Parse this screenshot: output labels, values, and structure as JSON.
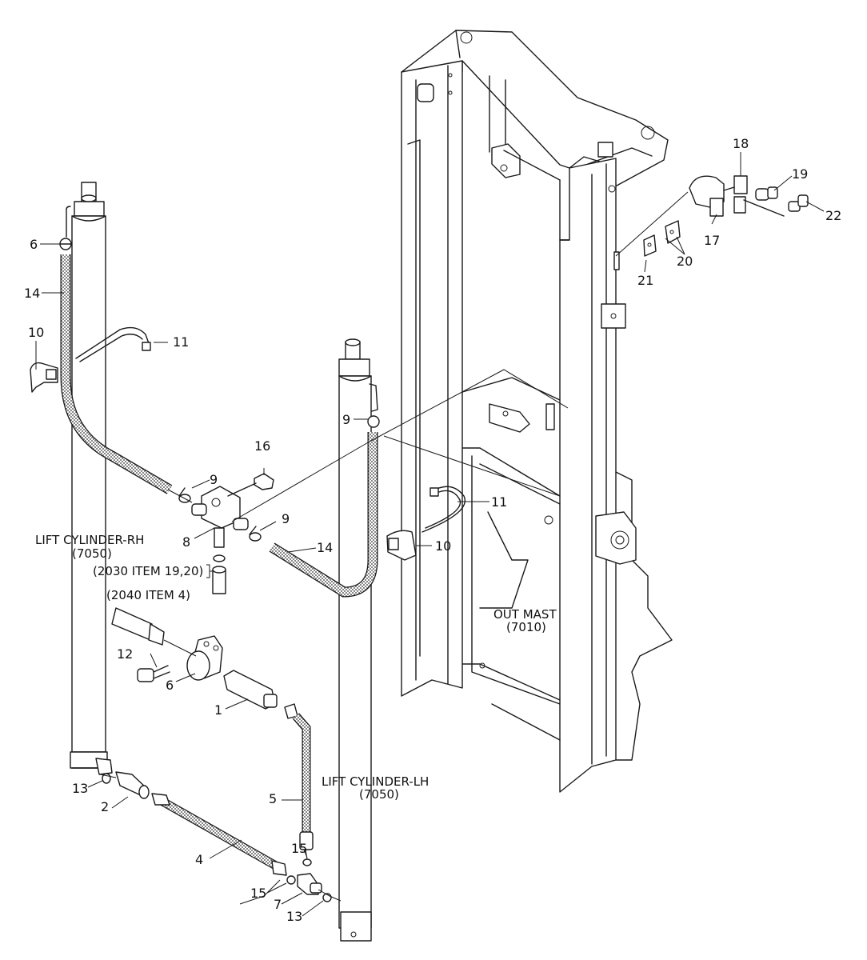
{
  "callouts": {
    "c1": "1",
    "c2": "2",
    "c4": "4",
    "c5": "5",
    "c6a": "6",
    "c6b": "6",
    "c7": "7",
    "c8": "8",
    "c9a": "9",
    "c9b": "9",
    "c9c": "9",
    "c10a": "10",
    "c10b": "10",
    "c11a": "11",
    "c11b": "11",
    "c12": "12",
    "c13a": "13",
    "c13b": "13",
    "c14a": "14",
    "c14b": "14",
    "c15a": "15",
    "c15b": "15",
    "c16": "16",
    "c17": "17",
    "c18": "18",
    "c19": "19",
    "c20": "20",
    "c21": "21",
    "c22": "22"
  },
  "labels": {
    "lift_cyl_rh": "LIFT CYLINDER-RH",
    "lift_cyl_rh_ref": "(7050)",
    "lift_cyl_lh": "LIFT CYLINDER-LH",
    "lift_cyl_lh_ref": "(7050)",
    "out_mast": "OUT MAST",
    "out_mast_ref": "(7010)",
    "ref_2030": "(2030 ITEM 19,20)",
    "ref_2040": "(2040 ITEM 4)"
  }
}
